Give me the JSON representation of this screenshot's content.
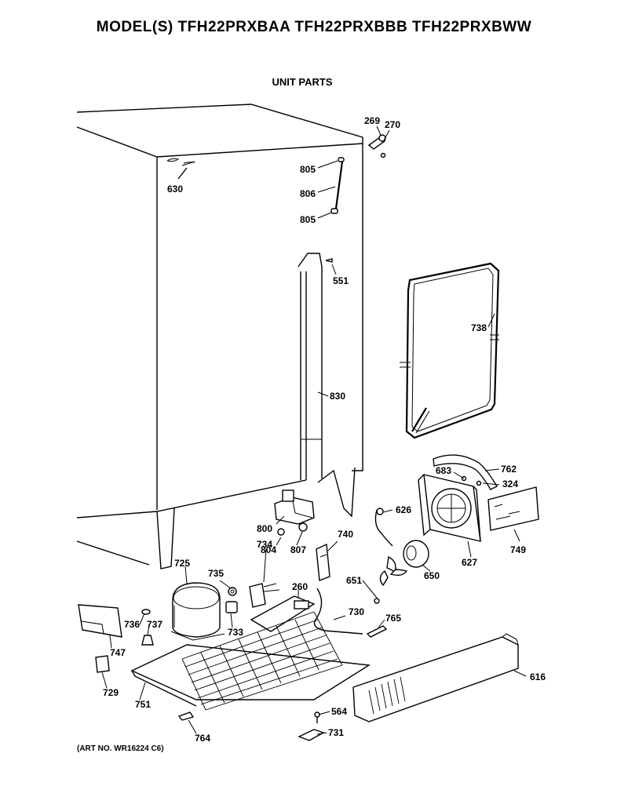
{
  "header": {
    "title": "MODEL(S) TFH22PRXBAA  TFH22PRXBBB  TFH22PRXBWW",
    "subtitle": "UNIT PARTS"
  },
  "footer": {
    "art_no": "(ART NO. WR16224 C6)"
  },
  "callouts": {
    "c269": "269",
    "c270": "270",
    "c805a": "805",
    "c806": "806",
    "c805b": "805",
    "c630": "630",
    "c551": "551",
    "c738": "738",
    "c830": "830",
    "c762": "762",
    "c683": "683",
    "c324": "324",
    "c626": "626",
    "c800": "800",
    "c804": "804",
    "c807": "807",
    "c740": "740",
    "c627": "627",
    "c749": "749",
    "c650": "650",
    "c651": "651",
    "c725": "725",
    "c735": "735",
    "c734": "734",
    "c260": "260",
    "c730": "730",
    "c765": "765",
    "c736": "736",
    "c737": "737",
    "c733": "733",
    "c747": "747",
    "c729": "729",
    "c751": "751",
    "c616": "616",
    "c564": "564",
    "c731": "731",
    "c764": "764"
  }
}
